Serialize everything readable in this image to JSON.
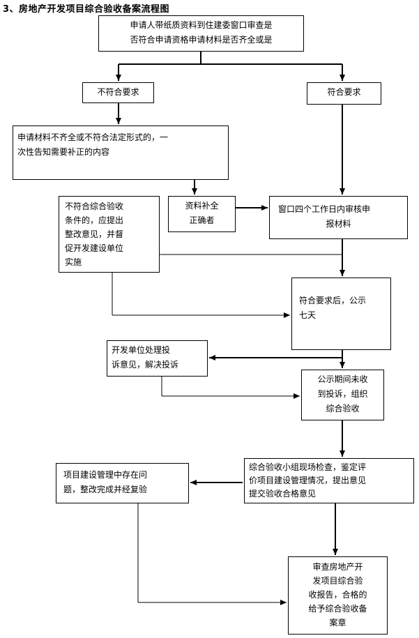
{
  "title": "3、房地产开发项目综合验收备案流程图",
  "nodes": {
    "apply": [
      "申请人带纸质资料到住建委窗口审查是",
      "否符合申请资格申请材料是否齐全或是"
    ],
    "not_meet": [
      "不符合要求"
    ],
    "meet": [
      "符合要求"
    ],
    "notify": [
      "申请材料不齐全或不符合法定形式的，一",
      "次性告知需要补正的内容"
    ],
    "rectify": [
      "不符合综合验收",
      "条件的，应提出",
      "整改意见，并督",
      "促开发建设单位",
      "实施"
    ],
    "supplement": [
      "资料补全",
      "正确者"
    ],
    "review": [
      "窗口四个工作日内审核申",
      "报材料"
    ],
    "publicize": [
      "符合要求后，公示",
      "七天"
    ],
    "handle_complaint": [
      "开发单位处理投",
      "诉意见，解决投诉"
    ],
    "no_complaint": [
      "公示期间未收",
      "到投诉，组织",
      "综合验收"
    ],
    "inspect": [
      "综合验收小组现场检查，鉴定评",
      "价项目建设管理情况，提出意见",
      "提交验收合格意见"
    ],
    "fix_issues": [
      "项目建设管理中存在问",
      "题，整改完成并经复验"
    ],
    "final": [
      "审查房地产开",
      "发项目综合验",
      "收报告，合格的",
      "给予综合验收备",
      "案章"
    ]
  }
}
